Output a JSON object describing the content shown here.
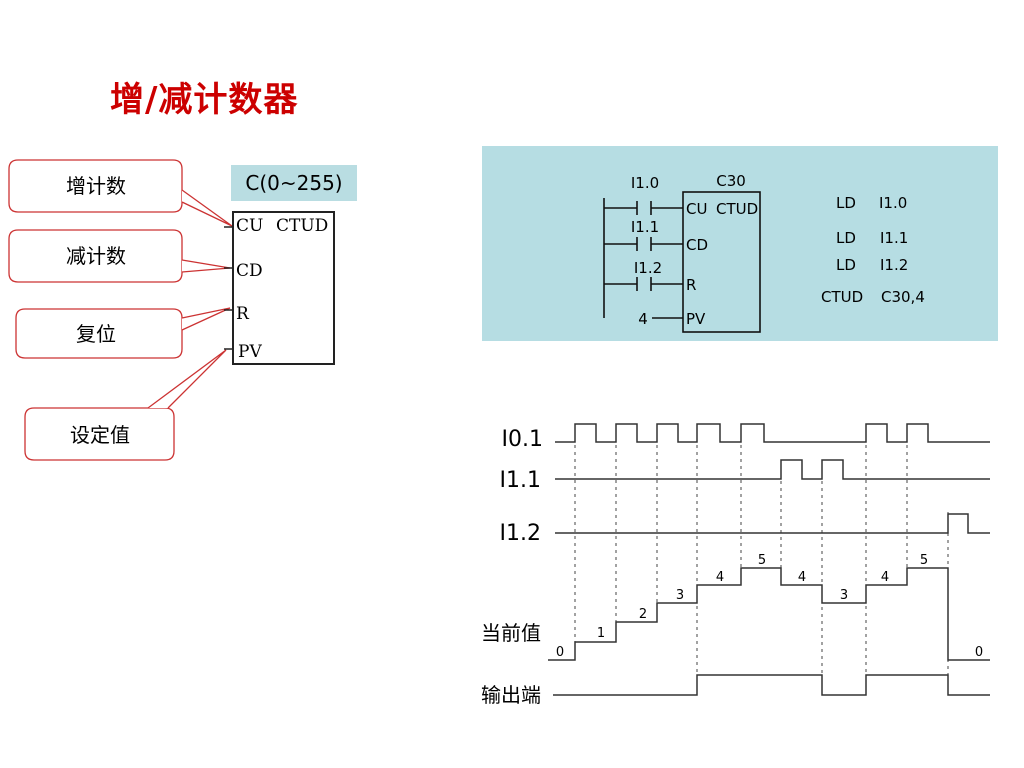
{
  "title": "增/减计数器",
  "colors": {
    "title": "#cc0000",
    "callout_border": "#cc3333",
    "range_box": "#b9dde2",
    "ladder_panel": "#b6dde3",
    "line": "#222222"
  },
  "callouts": [
    "增计数",
    "减计数",
    "复位",
    "设定值"
  ],
  "block": {
    "range_label": "C(0~255)",
    "pins": [
      "CU",
      "CTUD",
      "CD",
      "R",
      "PV"
    ]
  },
  "ladder": {
    "counter_name": "C30",
    "contact_1": "I1.0",
    "contact_2": "I1.1",
    "contact_3": "I1.2",
    "pins": [
      "CU",
      "CTUD",
      "CD",
      "R",
      "PV"
    ],
    "pv_value": "4",
    "stl": [
      {
        "op": "LD",
        "arg": "I1.0"
      },
      {
        "op": "LD",
        "arg": "I1.1"
      },
      {
        "op": "LD",
        "arg": "I1.2"
      },
      {
        "op": "CTUD",
        "arg": "C30,4"
      }
    ]
  },
  "timing": {
    "signals": [
      "I0.1",
      "I1.1",
      "I1.2",
      "当前值",
      "输出端"
    ],
    "counter_values": [
      "0",
      "1",
      "2",
      "3",
      "4",
      "5",
      "4",
      "3",
      "4",
      "5",
      "0"
    ]
  }
}
